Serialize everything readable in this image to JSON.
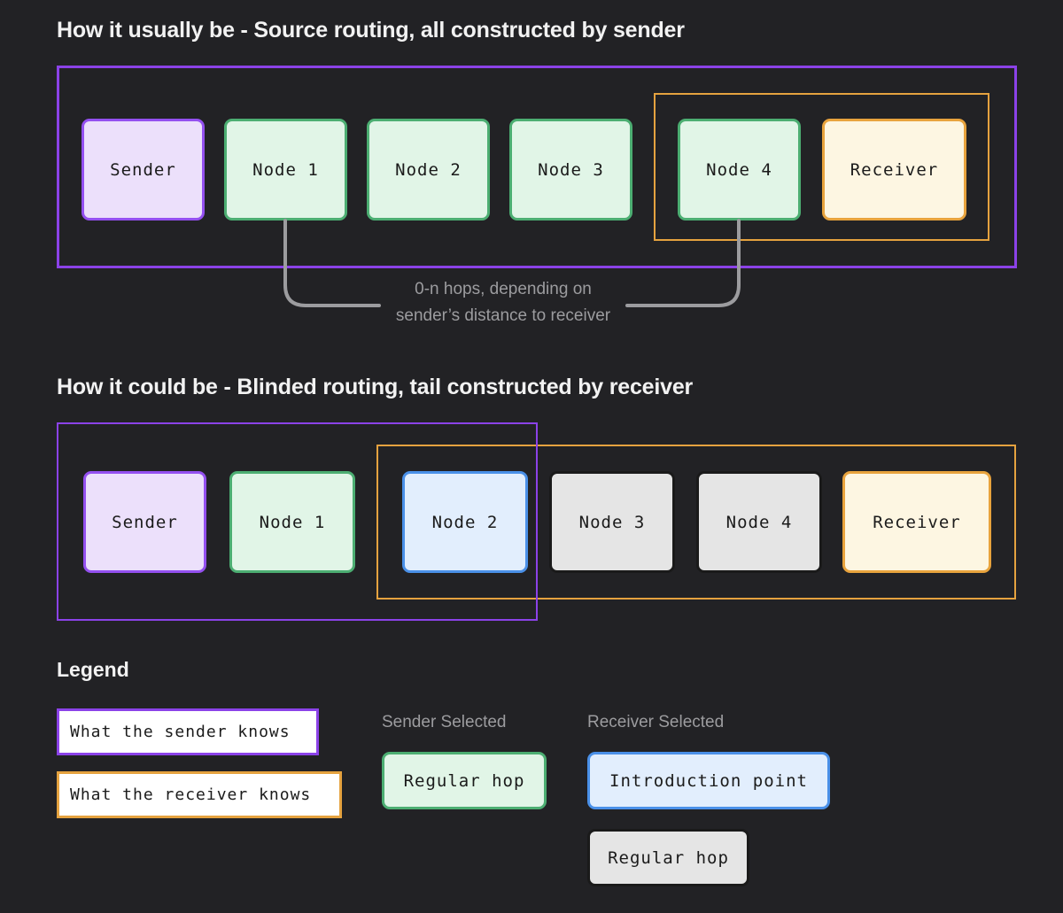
{
  "background_color": "#222225",
  "sections": [
    {
      "title": "How it usually be - Source routing, all constructed by sender",
      "sender_group_label": "what-the-sender-knows",
      "receiver_group_label": "what-the-receiver-knows",
      "nodes": [
        {
          "label": "Sender",
          "kind": "sender"
        },
        {
          "label": "Node 1",
          "kind": "hop"
        },
        {
          "label": "Node 2",
          "kind": "hop"
        },
        {
          "label": "Node 3",
          "kind": "hop"
        },
        {
          "label": "Node 4",
          "kind": "hop"
        },
        {
          "label": "Receiver",
          "kind": "receiver"
        }
      ],
      "hop_caption_line1": "0-n hops, depending on",
      "hop_caption_line2": "sender’s distance to receiver"
    },
    {
      "title": "How it could be - Blinded routing, tail constructed by receiver",
      "nodes": [
        {
          "label": "Sender",
          "kind": "sender"
        },
        {
          "label": "Node 1",
          "kind": "hop"
        },
        {
          "label": "Node 2",
          "kind": "intro"
        },
        {
          "label": "Node 3",
          "kind": "gray"
        },
        {
          "label": "Node 4",
          "kind": "gray"
        },
        {
          "label": "Receiver",
          "kind": "receiver"
        }
      ]
    }
  ],
  "legend": {
    "title": "Legend",
    "chips": [
      {
        "label": "What the sender knows",
        "border_color": "#8b42e8"
      },
      {
        "label": "What the receiver knows",
        "border_color": "#e5a23f"
      }
    ],
    "columns": [
      {
        "label": "Sender Selected",
        "items": [
          {
            "label": "Regular hop",
            "fill": "#e1f5e7",
            "border": "#4cae72"
          }
        ]
      },
      {
        "label": "Receiver Selected",
        "items": [
          {
            "label": "Introduction point",
            "fill": "#e2eefd",
            "border": "#4a90e8"
          },
          {
            "label": "Regular hop",
            "fill": "#e5e5e5",
            "border": "#1a1a1a"
          }
        ]
      }
    ]
  },
  "colors": {
    "sender_purple": "#9450f0",
    "group_purple": "#8b42e8",
    "hop_green": "#4cae72",
    "receiver_orange": "#e8a33d",
    "group_orange": "#e5a23f",
    "intro_blue": "#4a90e8",
    "gray_border": "#1a1a1a",
    "connector_gray": "#9c9c9f",
    "text_muted": "#9c9c9f",
    "text_bright": "#f2f2f2"
  }
}
